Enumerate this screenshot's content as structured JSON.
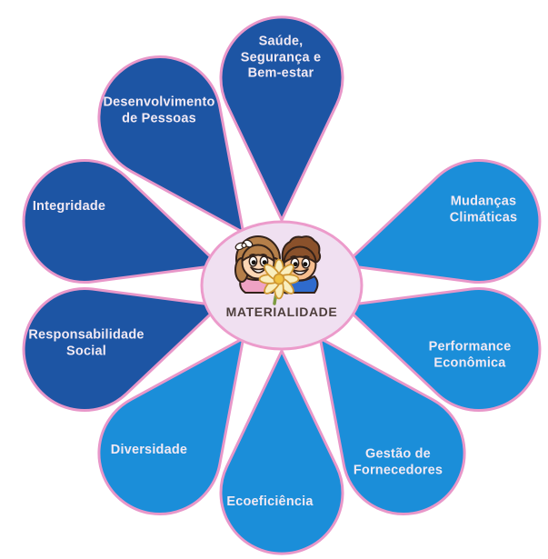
{
  "diagram": {
    "title": "MATERIALIDADE",
    "center_illustration": "two-children-holding-daisy"
  },
  "colors": {
    "background": "#ffffff",
    "petal_dark": "#1d55a4",
    "petal_light": "#1b8ed9",
    "petal_outline": "#e897c9",
    "center_fill": "#f0e0f1",
    "center_outline": "#ec9bcb",
    "petal_label_text": "#f1e9f3",
    "title_text": "#4d3e3b"
  },
  "petals": [
    {
      "id": "saude-seguranca-bem-estar",
      "label": "Saúde,\nSegurança e\nBem-estar",
      "tone": "dark"
    },
    {
      "id": "desenvolvimento-de-pessoas",
      "label": "Desenvolvimento\nde Pessoas",
      "tone": "dark"
    },
    {
      "id": "integridade",
      "label": "Integridade",
      "tone": "dark"
    },
    {
      "id": "responsabilidade-social",
      "label": "Responsabilidade\nSocial",
      "tone": "dark"
    },
    {
      "id": "diversidade",
      "label": "Diversidade",
      "tone": "light"
    },
    {
      "id": "ecoeficiencia",
      "label": "Ecoeficiência",
      "tone": "light"
    },
    {
      "id": "gestao-de-fornecedores",
      "label": "Gestão de\nFornecedores",
      "tone": "light"
    },
    {
      "id": "performance-economica",
      "label": "Performance\nEconômica",
      "tone": "light"
    },
    {
      "id": "mudancas-climaticas",
      "label": "Mudanças\nClimáticas",
      "tone": "light"
    }
  ]
}
